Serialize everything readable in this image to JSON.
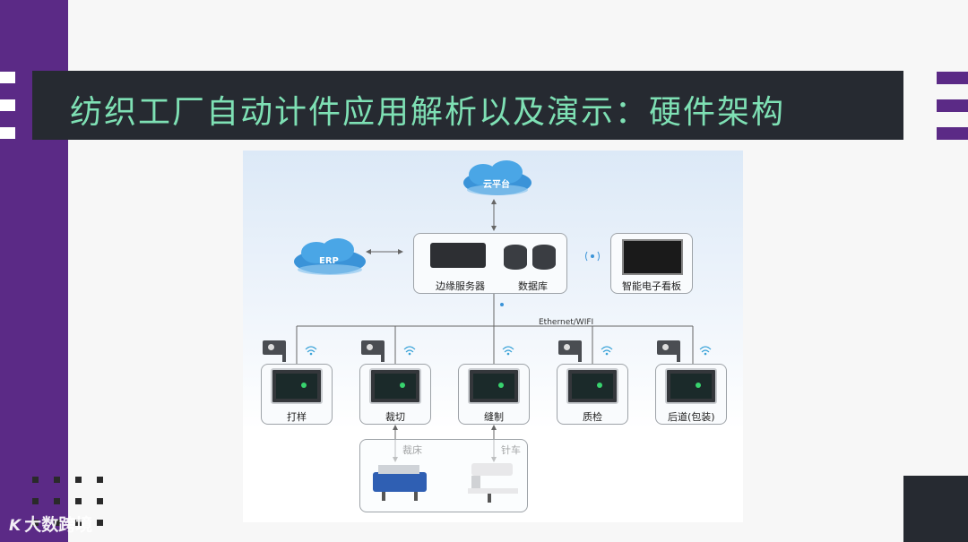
{
  "slide": {
    "title": "纺织工厂自动计件应用解析以及演示：硬件架构",
    "accent_color": "#5b2a86",
    "banner_color": "#262a31",
    "title_color": "#7ee0b4"
  },
  "watermark": {
    "logo": "K",
    "text": "大数跨境"
  },
  "diagram": {
    "cloud_platform": "云平台",
    "erp": "ERP",
    "edge_server": "边缘服务器",
    "database": "数据库",
    "smart_board": "智能电子看板",
    "network": "Ethernet/WIFI",
    "stations": [
      {
        "label": "打样",
        "icon": "camera-icon"
      },
      {
        "label": "裁切",
        "icon": "camera-icon"
      },
      {
        "label": "缝制",
        "icon": "wifi-icon"
      },
      {
        "label": "质检",
        "icon": "camera-icon"
      },
      {
        "label": "后道(包装)",
        "icon": "camera-icon"
      }
    ],
    "machines": [
      {
        "label": "裁床"
      },
      {
        "label": "针车"
      }
    ]
  }
}
